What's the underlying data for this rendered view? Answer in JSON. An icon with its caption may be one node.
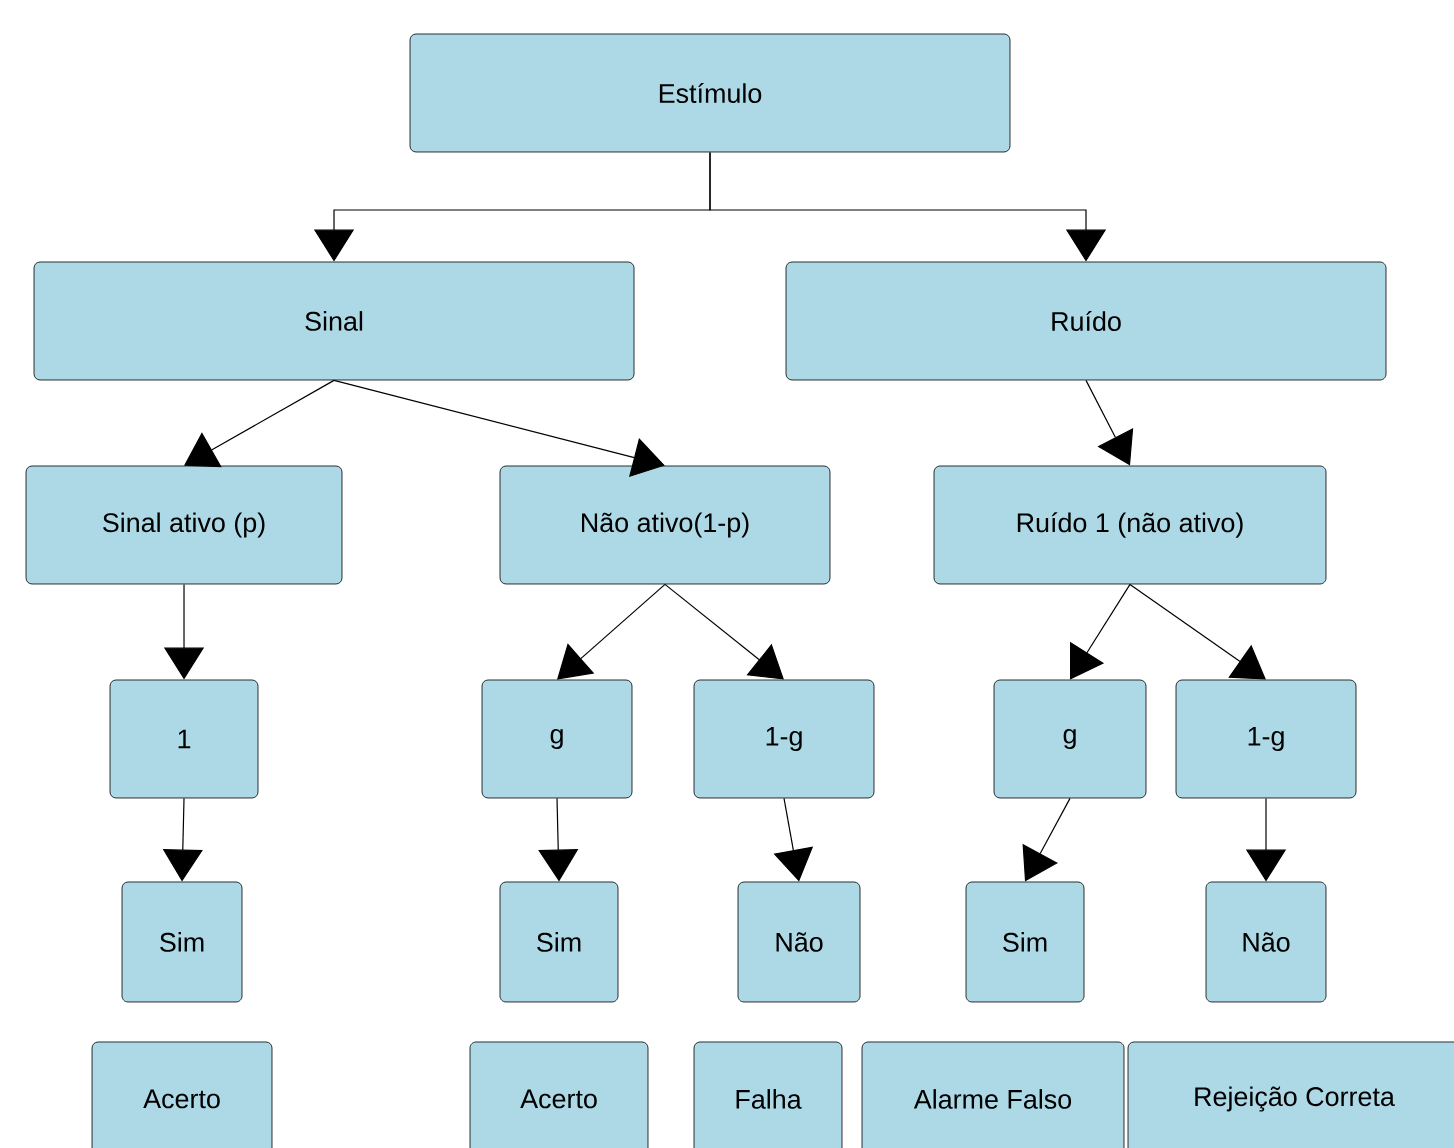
{
  "diagram": {
    "nodes": [
      {
        "text": [
          "Estímulo"
        ]
      },
      {
        "text": [
          "Sinal"
        ]
      },
      {
        "text": [
          "Ruído"
        ]
      },
      {
        "text": [
          "Sinal ativo (p)"
        ]
      },
      {
        "text": [
          "Não ativo(1-p)"
        ]
      },
      {
        "text": [
          "Ruído 1 (não ativo)"
        ]
      },
      {
        "text": [
          "1"
        ]
      },
      {
        "text": [
          "g"
        ]
      },
      {
        "text": [
          "1-g"
        ]
      },
      {
        "text": [
          "g"
        ]
      },
      {
        "text": [
          "1-g"
        ]
      },
      {
        "text": [
          "Sim"
        ]
      },
      {
        "text": [
          "Sim"
        ]
      },
      {
        "text": [
          "Não"
        ]
      },
      {
        "text": [
          "Sim"
        ]
      },
      {
        "text": [
          "Não"
        ]
      },
      {
        "text": [
          "Acerto"
        ]
      },
      {
        "text": [
          "Acerto"
        ]
      },
      {
        "text": [
          "Falha"
        ]
      },
      {
        "text": [
          "Alarme Falso"
        ]
      },
      {
        "text": [
          "Rejeição Correta"
        ]
      }
    ],
    "edges": [
      {
        "from": 0,
        "to": 1,
        "arrow": "to"
      },
      {
        "from": 0,
        "to": 2,
        "arrow": "to"
      },
      {
        "from": 1,
        "to": 3,
        "arrow": "to"
      },
      {
        "from": 1,
        "to": 4,
        "arrow": "to"
      },
      {
        "from": 2,
        "to": 5,
        "arrow": "to"
      },
      {
        "from": 3,
        "to": 6,
        "arrow": "to"
      },
      {
        "from": 4,
        "to": 7,
        "arrow": "to"
      },
      {
        "from": 4,
        "to": 8,
        "arrow": "to"
      },
      {
        "from": 5,
        "to": 9,
        "arrow": "to"
      },
      {
        "from": 5,
        "to": 10,
        "arrow": "to"
      },
      {
        "from": 6,
        "to": 11,
        "arrow": "to"
      },
      {
        "from": 7,
        "to": 12,
        "arrow": "to"
      },
      {
        "from": 8,
        "to": 13,
        "arrow": "to"
      },
      {
        "from": 9,
        "to": 14,
        "arrow": "to"
      },
      {
        "from": 10,
        "to": 15,
        "arrow": "to"
      }
    ]
  }
}
